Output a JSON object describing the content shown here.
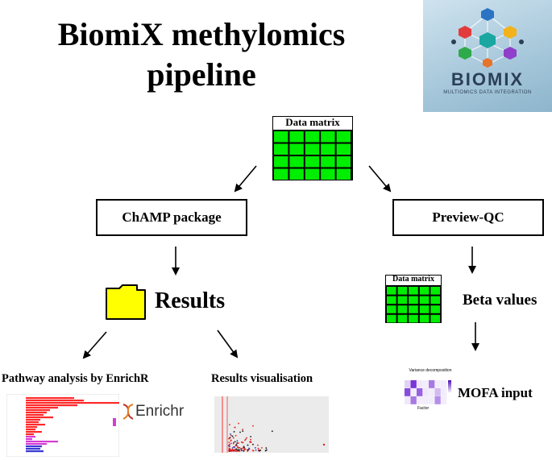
{
  "title": "BiomiX methylomics pipeline",
  "logo": {
    "name": "BIOMIX",
    "subtitle": "MULTIOMICS DATA INTEGRATION"
  },
  "nodes": {
    "data_matrix_top": "Data matrix",
    "champ": "ChAMP package",
    "preview_qc": "Preview-QC",
    "results": "Results",
    "data_matrix_beta": "Data matrix",
    "beta_values": "Beta values",
    "pathway": "Pathway analysis by EnrichR",
    "visualisation": "Results visualisation",
    "mofa": "MOFA input",
    "variance_title": "Variance decomposition",
    "variance_xlabel": "Factor",
    "enrichr": "Enrichr"
  },
  "colors": {
    "matrix_fill": "#00ee00",
    "folder_fill": "#ffff00",
    "bar_red": "#ff2a2a",
    "bar_magenta": "#d43cd4",
    "heatmap_purple": "#6a1fd1",
    "logo_bg": "#a9c9dc"
  },
  "icons": [
    "data-matrix-icon",
    "folder-icon",
    "biomix-logo",
    "enrichr-dna-icon"
  ]
}
